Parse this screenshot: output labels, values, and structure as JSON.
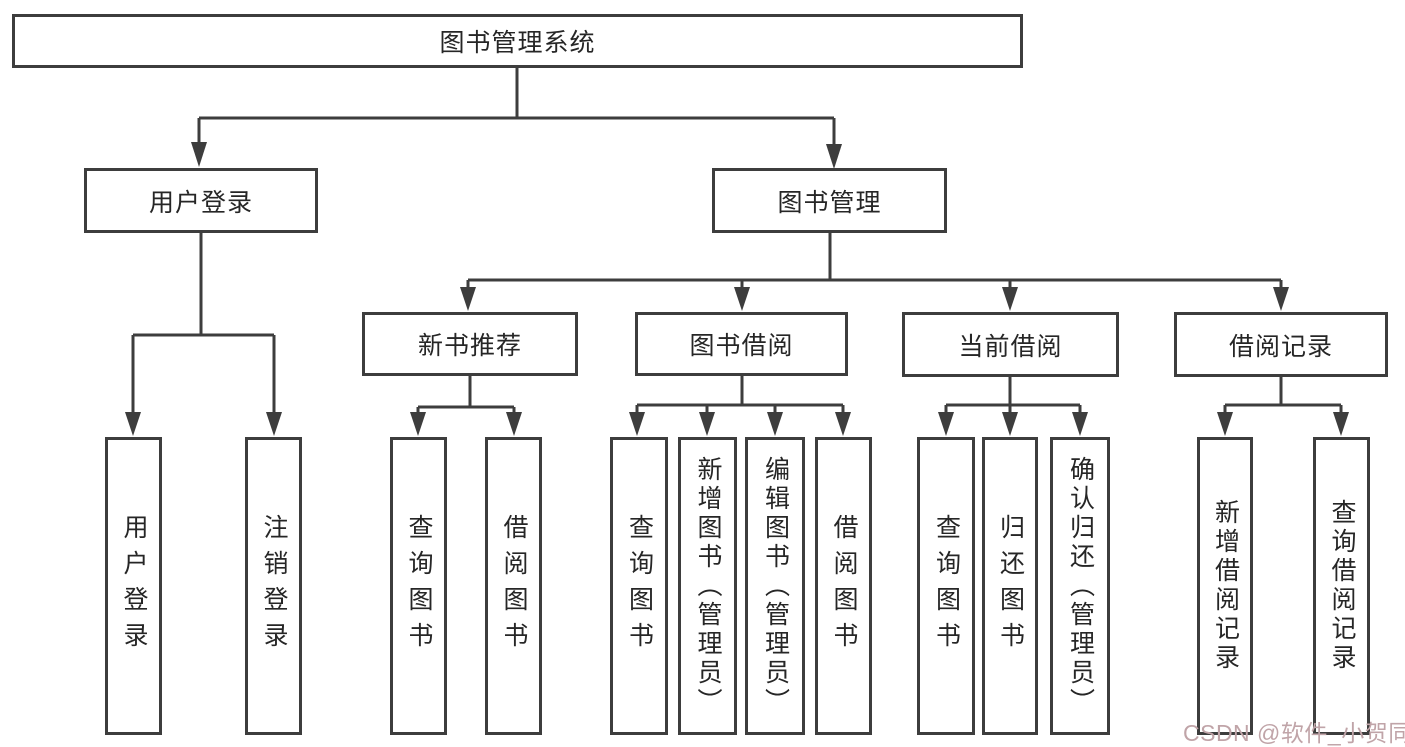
{
  "diagram": {
    "root": {
      "label": "图书管理系统"
    },
    "level1": [
      {
        "label": "用户登录"
      },
      {
        "label": "图书管理"
      }
    ],
    "level2": [
      {
        "label": "新书推荐"
      },
      {
        "label": "图书借阅"
      },
      {
        "label": "当前借阅"
      },
      {
        "label": "借阅记录"
      }
    ],
    "leaves": [
      {
        "label": "用户登录"
      },
      {
        "label": "注销登录"
      },
      {
        "label": "查询图书"
      },
      {
        "label": "借阅图书"
      },
      {
        "label": "查询图书"
      },
      {
        "label": "新增图书（管理员）"
      },
      {
        "label": "编辑图书（管理员）"
      },
      {
        "label": "借阅图书"
      },
      {
        "label": "查询图书"
      },
      {
        "label": "归还图书"
      },
      {
        "label": "确认归还（管理员）"
      },
      {
        "label": "新增借阅记录"
      },
      {
        "label": "查询借阅记录"
      }
    ]
  },
  "watermark": {
    "text": "CSDN @软件_小贺同学"
  },
  "colors": {
    "line": "#3d3d3d",
    "text": "#262626",
    "background": "#ffffff",
    "watermark": "#c0a4a8"
  }
}
